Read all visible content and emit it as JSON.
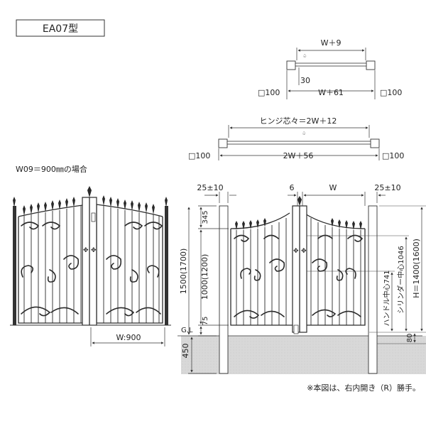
{
  "model_label": "EA07型",
  "top_plan": {
    "width_label": "W＋9",
    "offset_label": "30",
    "inner_label": "W＋61",
    "post_left": "□100",
    "post_right": "□100"
  },
  "double_plan": {
    "hinge_label": "ヒンジ芯々＝2W＋12",
    "inner_label": "2W＋56",
    "post_left": "□100",
    "post_right": "□100"
  },
  "example": {
    "title": "W09＝900㎜の場合",
    "width_label": "W:900"
  },
  "elevation": {
    "clear_left": "25±10",
    "gap": "6",
    "w": "W",
    "clear_right": "25±10",
    "dim_345": "345",
    "dim_total": "1500(1700)",
    "dim_body": "1000(1200)",
    "dim_75": "75",
    "gl": "G.L",
    "dim_450": "450",
    "dim_80": "80",
    "handle_center": "ハンドル中心741",
    "cylinder_center": "シリンダー中心1046",
    "height": "H＝1400(1600)"
  },
  "note": "※本図は、右内開き（R）勝手。"
}
